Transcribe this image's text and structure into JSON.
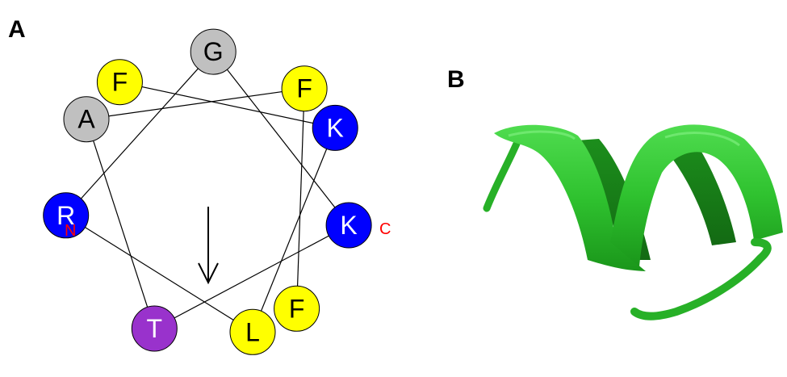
{
  "panels": {
    "a": {
      "label": "A"
    },
    "b": {
      "label": "B"
    }
  },
  "helical_wheel": {
    "residues": [
      {
        "letter": "F",
        "color": "#ffff00",
        "text_color": "#000000"
      },
      {
        "letter": "K",
        "color": "#0000ff",
        "text_color": "#ffffff"
      },
      {
        "letter": "L",
        "color": "#ffff00",
        "text_color": "#000000"
      },
      {
        "letter": "R",
        "color": "#0000ff",
        "text_color": "#ffffff"
      },
      {
        "letter": "G",
        "color": "#c0c0c0",
        "text_color": "#000000"
      },
      {
        "letter": "K",
        "color": "#0000ff",
        "text_color": "#ffffff"
      },
      {
        "letter": "T",
        "color": "#9932cc",
        "text_color": "#ffffff"
      },
      {
        "letter": "A",
        "color": "#c0c0c0",
        "text_color": "#000000"
      },
      {
        "letter": "F",
        "color": "#ffff00",
        "text_color": "#000000"
      },
      {
        "letter": "F",
        "color": "#ffff00",
        "text_color": "#000000"
      }
    ],
    "n_terminus": "N",
    "c_terminus": "C",
    "terminus_color": "#ff0000",
    "connector_color": "#000000",
    "moment_arrow_icon": "down-arrow-icon"
  },
  "ribbon": {
    "color": "#33cc33",
    "icon": "alpha-helix-ribbon-icon"
  }
}
